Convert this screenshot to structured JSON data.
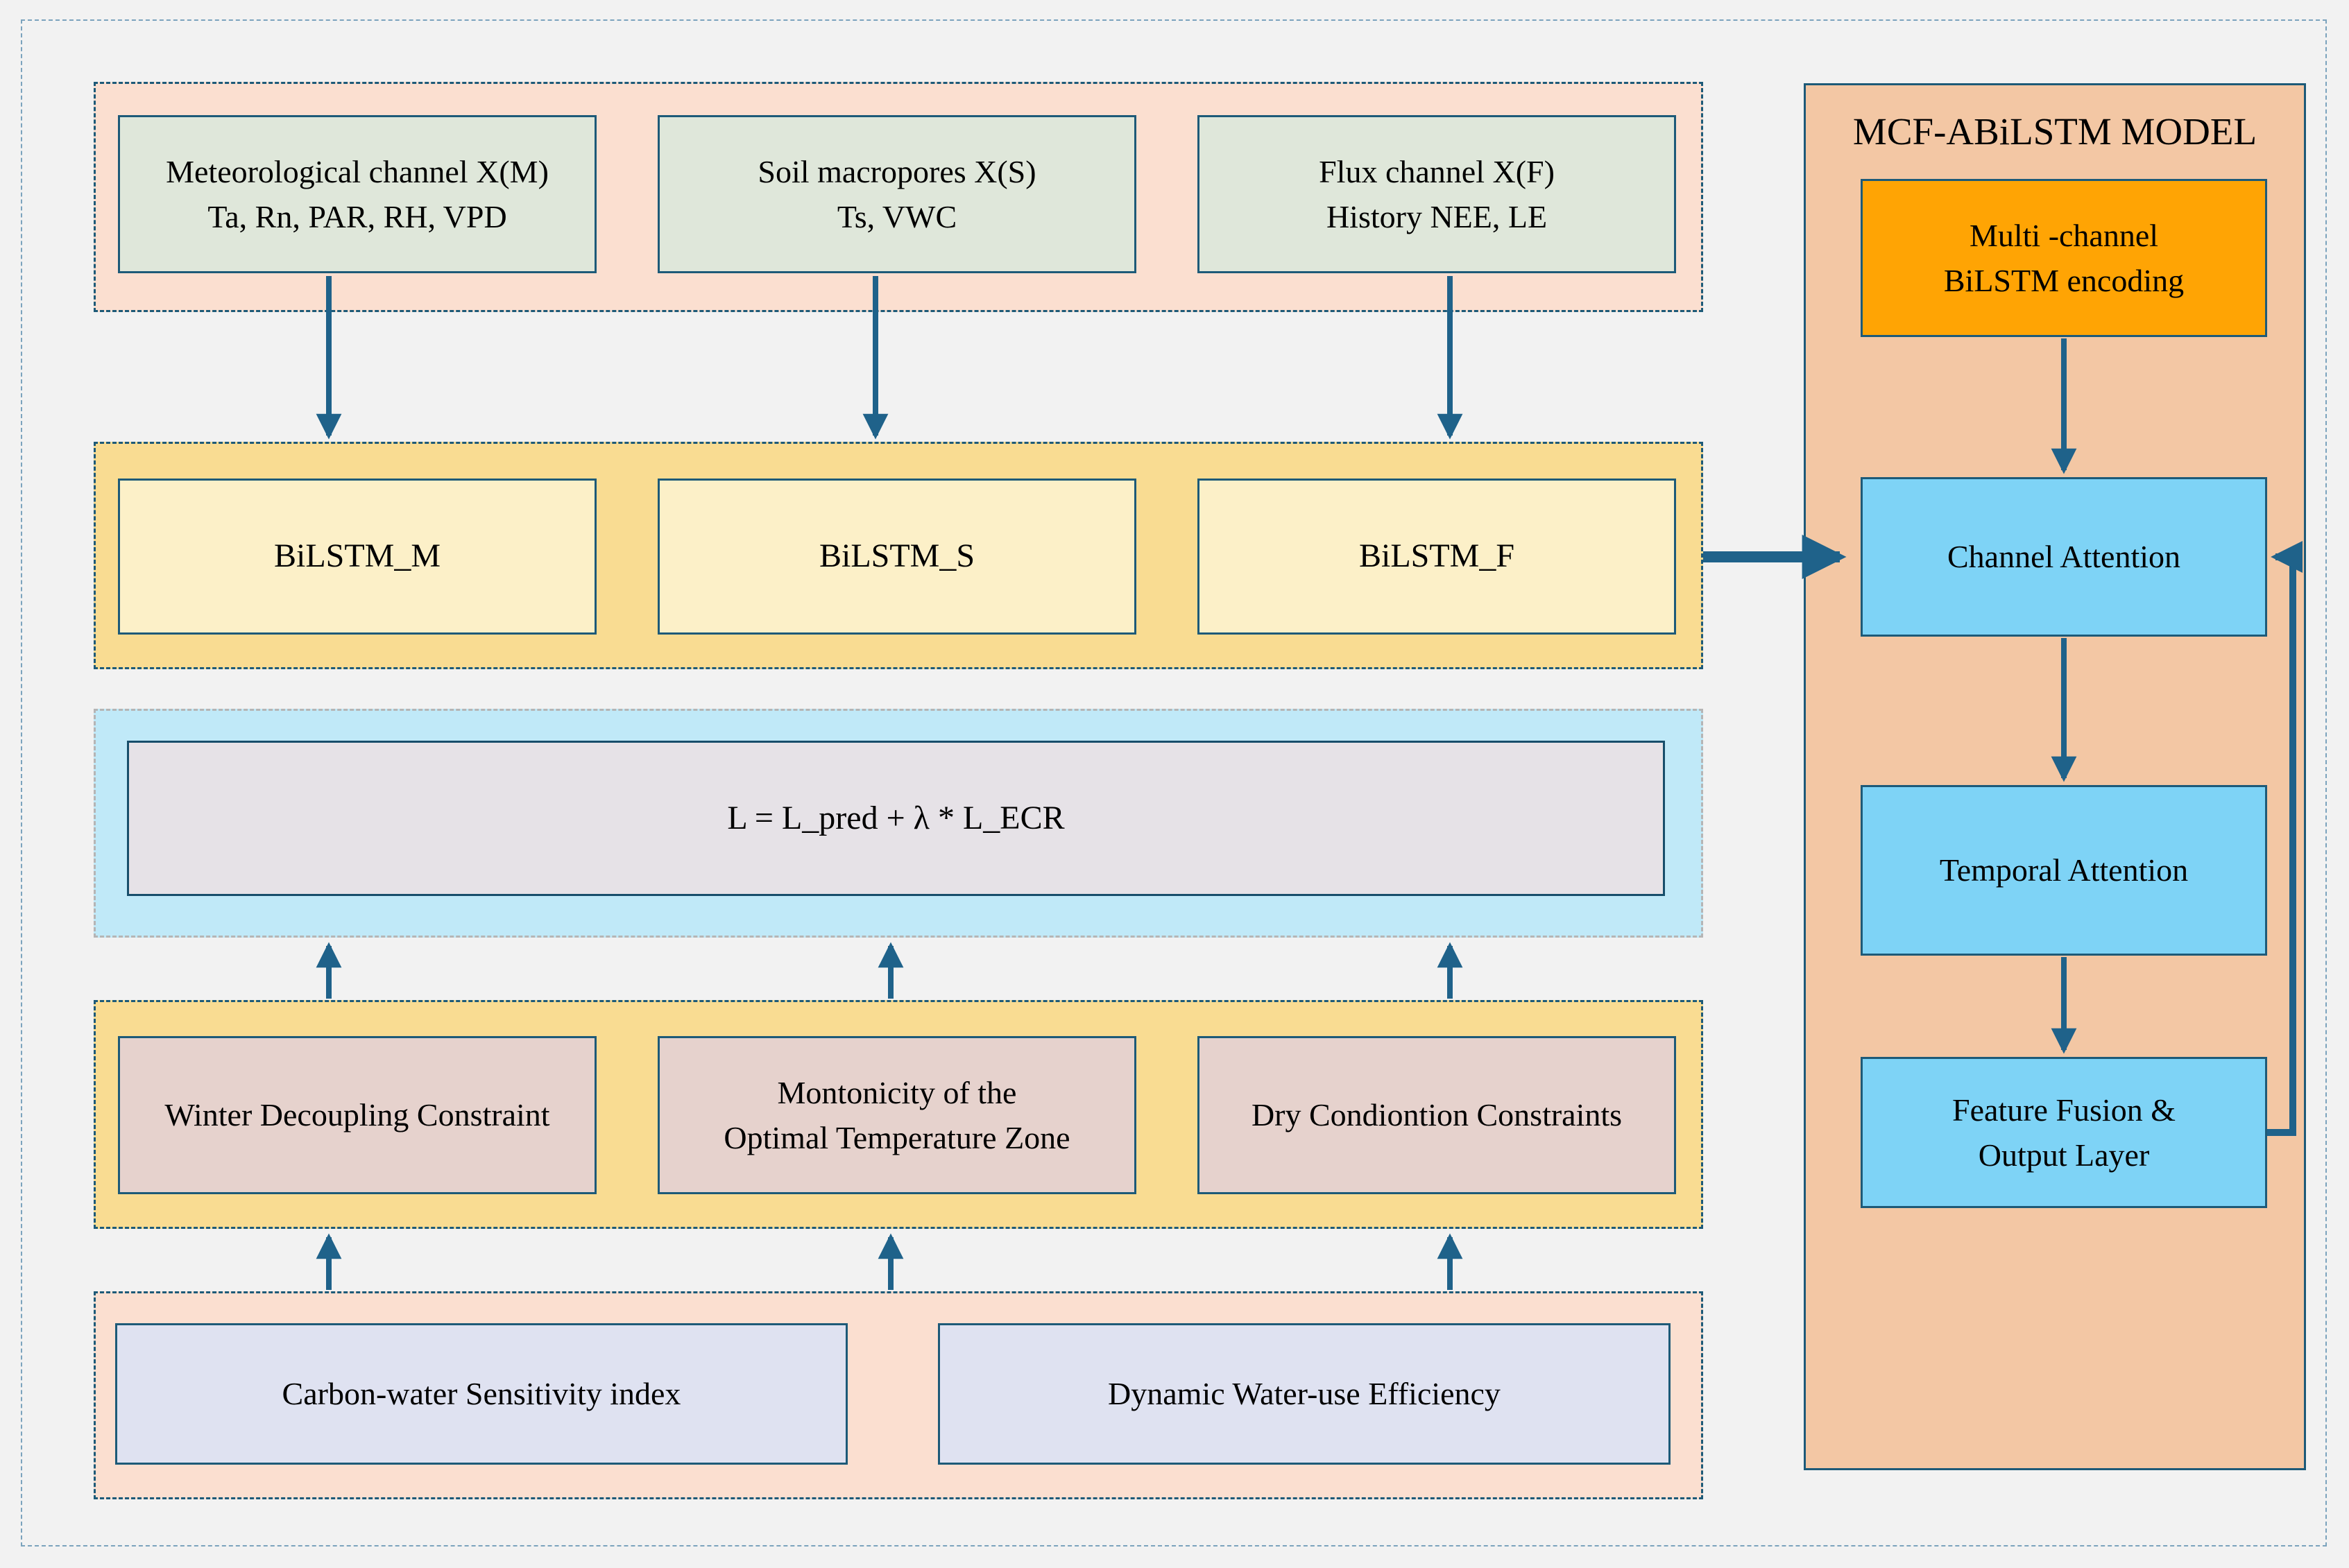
{
  "figure": {
    "panel_title": "MCF-ABiLSTM MODEL",
    "input_band": {
      "met_line1": "Meteorological channel X(M)",
      "met_line2": "Ta, Rn, PAR, RH, VPD",
      "soil_line1": "Soil macropores X(S)",
      "soil_line2": "Ts, VWC",
      "flux_line1": "Flux channel X(F)",
      "flux_line2": "History NEE, LE"
    },
    "encoder_band": {
      "m": "BiLSTM_M",
      "s": "BiLSTM_S",
      "f": "BiLSTM_F"
    },
    "loss_band": {
      "formula": "L = L_pred + λ * L_ECR"
    },
    "constraint_band": {
      "winter": "Winter Decoupling Constraint",
      "monotonicity_line1": "Montonicity of the",
      "monotonicity_line2": "Optimal Temperature Zone",
      "dry": "Dry Condiontion Constraints"
    },
    "index_band": {
      "carbon_water": "Carbon-water Sensitivity index",
      "wue": "Dynamic Water-use Efficiency"
    },
    "model_panel": {
      "encoding_line1": "Multi -channel",
      "encoding_line2": "BiLSTM encoding",
      "channel_attention": "Channel Attention",
      "temporal_attention": "Temporal Attention",
      "fusion_line1": "Feature Fusion &",
      "fusion_line2": "Output Layer"
    },
    "colors": {
      "arrow": "#1f628a",
      "band_pink": "#fbdfd0",
      "band_yellow": "#f9dc92",
      "band_blue": "#c0e9f8",
      "box_green": "#dfe7da",
      "box_yellow": "#fcf0c8",
      "box_gray": "#e6e2e7",
      "box_rose": "#e6d2cd",
      "box_lavender": "#dfe2f1",
      "panel_salmon": "#f3c7a4",
      "box_orange": "#ffa404",
      "box_blue": "#7ed3f6",
      "border_teal": "#1d5a78"
    }
  }
}
